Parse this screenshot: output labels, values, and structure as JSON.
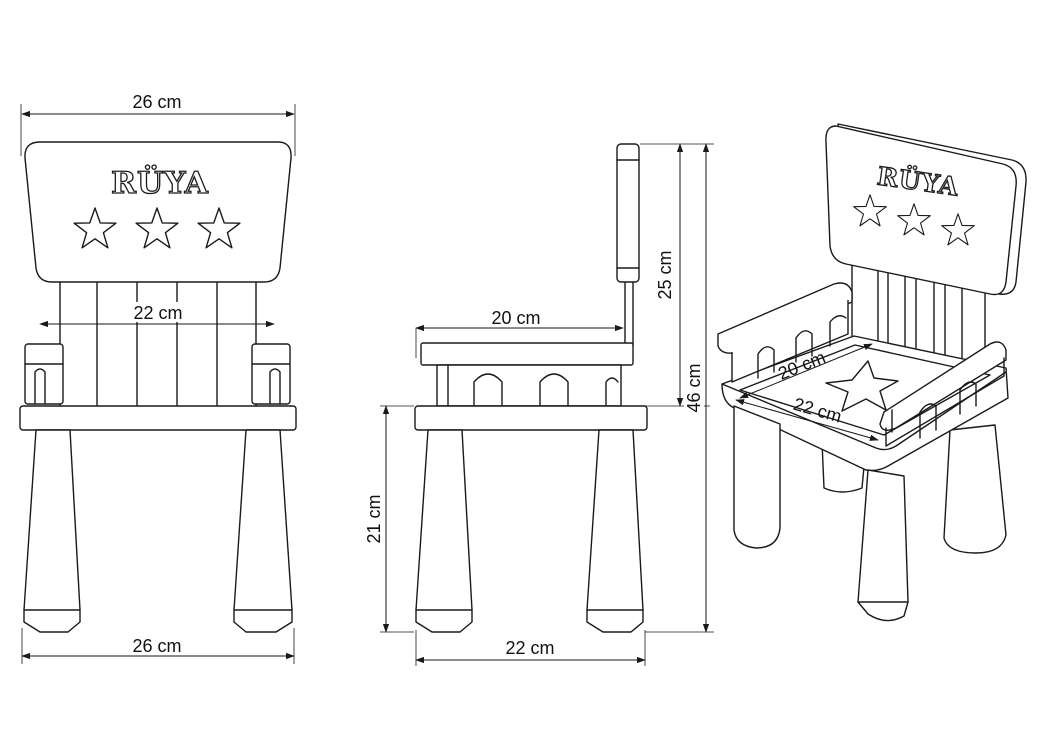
{
  "chair": {
    "brand": "RÜYA"
  },
  "dimensions": {
    "front_back_width": "26 cm",
    "front_seat_width": "22 cm",
    "front_leg_span": "26 cm",
    "side_seat_depth": "20 cm",
    "side_back_height": "25 cm",
    "side_leg_height": "21 cm",
    "side_total_height": "46 cm",
    "side_leg_span": "22 cm",
    "iso_seat_depth": "20 cm",
    "iso_seat_width": "22 cm"
  },
  "icons": [
    "star-icon"
  ],
  "colors": {
    "line": "#1a1a1a",
    "background": "#ffffff"
  }
}
